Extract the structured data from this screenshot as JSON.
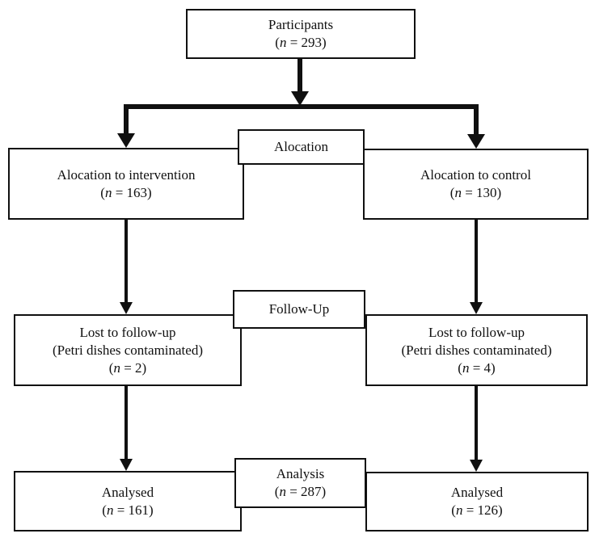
{
  "figure": {
    "ink_color": "#101010",
    "background_color": "#ffffff"
  },
  "nodes": {
    "participants": {
      "title": "Participants",
      "n_open": "(",
      "n_var": "n",
      "n_rest": " = 293)"
    },
    "allocation_stage": {
      "label": "Alocation"
    },
    "allocation_intervention": {
      "title": "Alocation to intervention",
      "n_open": "(",
      "n_var": "n",
      "n_rest": " = 163)"
    },
    "allocation_control": {
      "title": "Alocation to control",
      "n_open": "(",
      "n_var": "n",
      "n_rest": " = 130)"
    },
    "followup_stage": {
      "label": "Follow-Up"
    },
    "lost_intervention": {
      "title": "Lost to follow-up",
      "note": "(Petri dishes contaminated)",
      "n_open": "(",
      "n_var": "n",
      "n_rest": " = 2)"
    },
    "lost_control": {
      "title": "Lost to follow-up",
      "note": "(Petri dishes contaminated)",
      "n_open": "(",
      "n_var": "n",
      "n_rest": " = 4)"
    },
    "analysis_stage": {
      "label": "Analysis",
      "n_open": "(",
      "n_var": "n",
      "n_rest": " = 287)"
    },
    "analysed_intervention": {
      "title": "Analysed",
      "n_open": "(",
      "n_var": "n",
      "n_rest": " = 161)"
    },
    "analysed_control": {
      "title": "Analysed",
      "n_open": "(",
      "n_var": "n",
      "n_rest": " = 126)"
    }
  }
}
